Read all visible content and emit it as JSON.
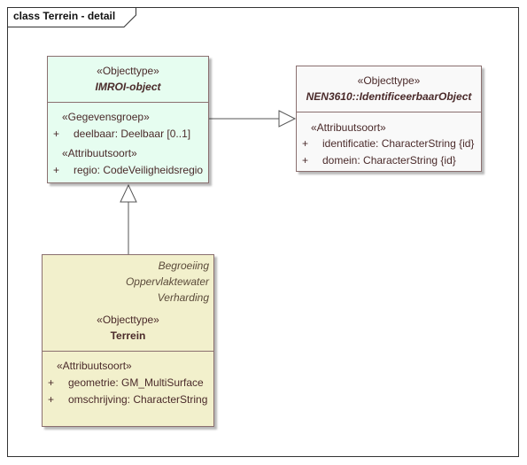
{
  "frame": {
    "title": "class Terrein - detail"
  },
  "imroi": {
    "stereotype": "«Objecttype»",
    "name": "IMROI-object",
    "groups": [
      {
        "label": "«Gegevensgroep»",
        "attrs": [
          {
            "vis": "+",
            "text": "deelbaar: Deelbaar [0..1]"
          }
        ]
      },
      {
        "label": "«Attribuutsoort»",
        "attrs": [
          {
            "vis": "+",
            "text": "regio: CodeVeiligheidsregio"
          }
        ]
      }
    ],
    "fill": "#e6fdf0"
  },
  "nen": {
    "stereotype": "«Objecttype»",
    "name": "NEN3610::IdentificeerbaarObject",
    "groups": [
      {
        "label": "«Attribuutsoort»",
        "attrs": [
          {
            "vis": "+",
            "text": "identificatie: CharacterString {id}"
          },
          {
            "vis": "+",
            "text": "domein: CharacterString {id}"
          }
        ]
      }
    ],
    "fill": "#f9f9f9"
  },
  "terrein": {
    "subtypes": [
      "Begroeiing",
      "Oppervlaktewater",
      "Verharding"
    ],
    "stereotype": "«Objecttype»",
    "name": "Terrein",
    "groups": [
      {
        "label": "«Attribuutsoort»",
        "attrs": [
          {
            "vis": "+",
            "text": "geometrie: GM_MultiSurface"
          },
          {
            "vis": "+",
            "text": "omschrijving: CharacterString"
          }
        ]
      }
    ],
    "fill": "#f2f0cc"
  }
}
